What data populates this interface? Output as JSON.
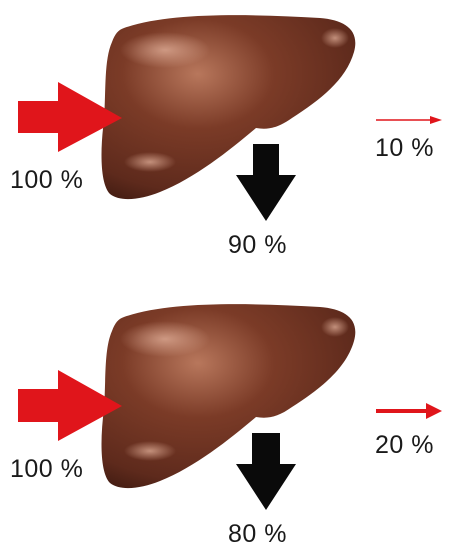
{
  "panels": [
    {
      "inflow_label": "100 %",
      "outflow_label": "90 %",
      "side_label": "10 %",
      "inflow_percent": 100,
      "outflow_percent": 90,
      "side_percent": 10
    },
    {
      "inflow_label": "100 %",
      "outflow_label": "80 %",
      "side_label": "20 %",
      "inflow_percent": 100,
      "outflow_percent": 80,
      "side_percent": 20
    }
  ],
  "colors": {
    "inflow_arrow": "#e0151b",
    "outflow_arrow": "#0a0a0a",
    "side_arrow": "#e0151b",
    "organ_base": "#5e2a1c",
    "organ_highlight": "#b8775c",
    "organ_shadow": "#2f120b"
  }
}
